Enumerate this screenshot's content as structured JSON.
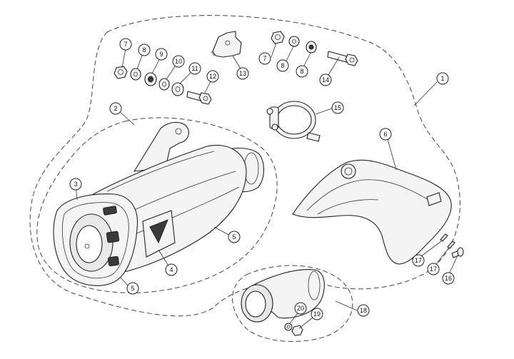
{
  "callouts": [
    {
      "id": "c1",
      "label": "1"
    },
    {
      "id": "c2",
      "label": "2"
    },
    {
      "id": "c3",
      "label": "3"
    },
    {
      "id": "c4",
      "label": "4"
    },
    {
      "id": "c5a",
      "label": "5"
    },
    {
      "id": "c5b",
      "label": "5"
    },
    {
      "id": "c6",
      "label": "6"
    },
    {
      "id": "c7a",
      "label": "7"
    },
    {
      "id": "c7b",
      "label": "7"
    },
    {
      "id": "c8a",
      "label": "8"
    },
    {
      "id": "c8b",
      "label": "8"
    },
    {
      "id": "c8c",
      "label": "8"
    },
    {
      "id": "c9",
      "label": "9"
    },
    {
      "id": "c10",
      "label": "10"
    },
    {
      "id": "c11",
      "label": "11"
    },
    {
      "id": "c12",
      "label": "12"
    },
    {
      "id": "c13",
      "label": "13"
    },
    {
      "id": "c14",
      "label": "14"
    },
    {
      "id": "c15",
      "label": "15"
    },
    {
      "id": "c16",
      "label": "16"
    },
    {
      "id": "c17a",
      "label": "17"
    },
    {
      "id": "c17b",
      "label": "17"
    },
    {
      "id": "c18",
      "label": "18"
    },
    {
      "id": "c19",
      "label": "19"
    },
    {
      "id": "c20",
      "label": "20"
    }
  ]
}
